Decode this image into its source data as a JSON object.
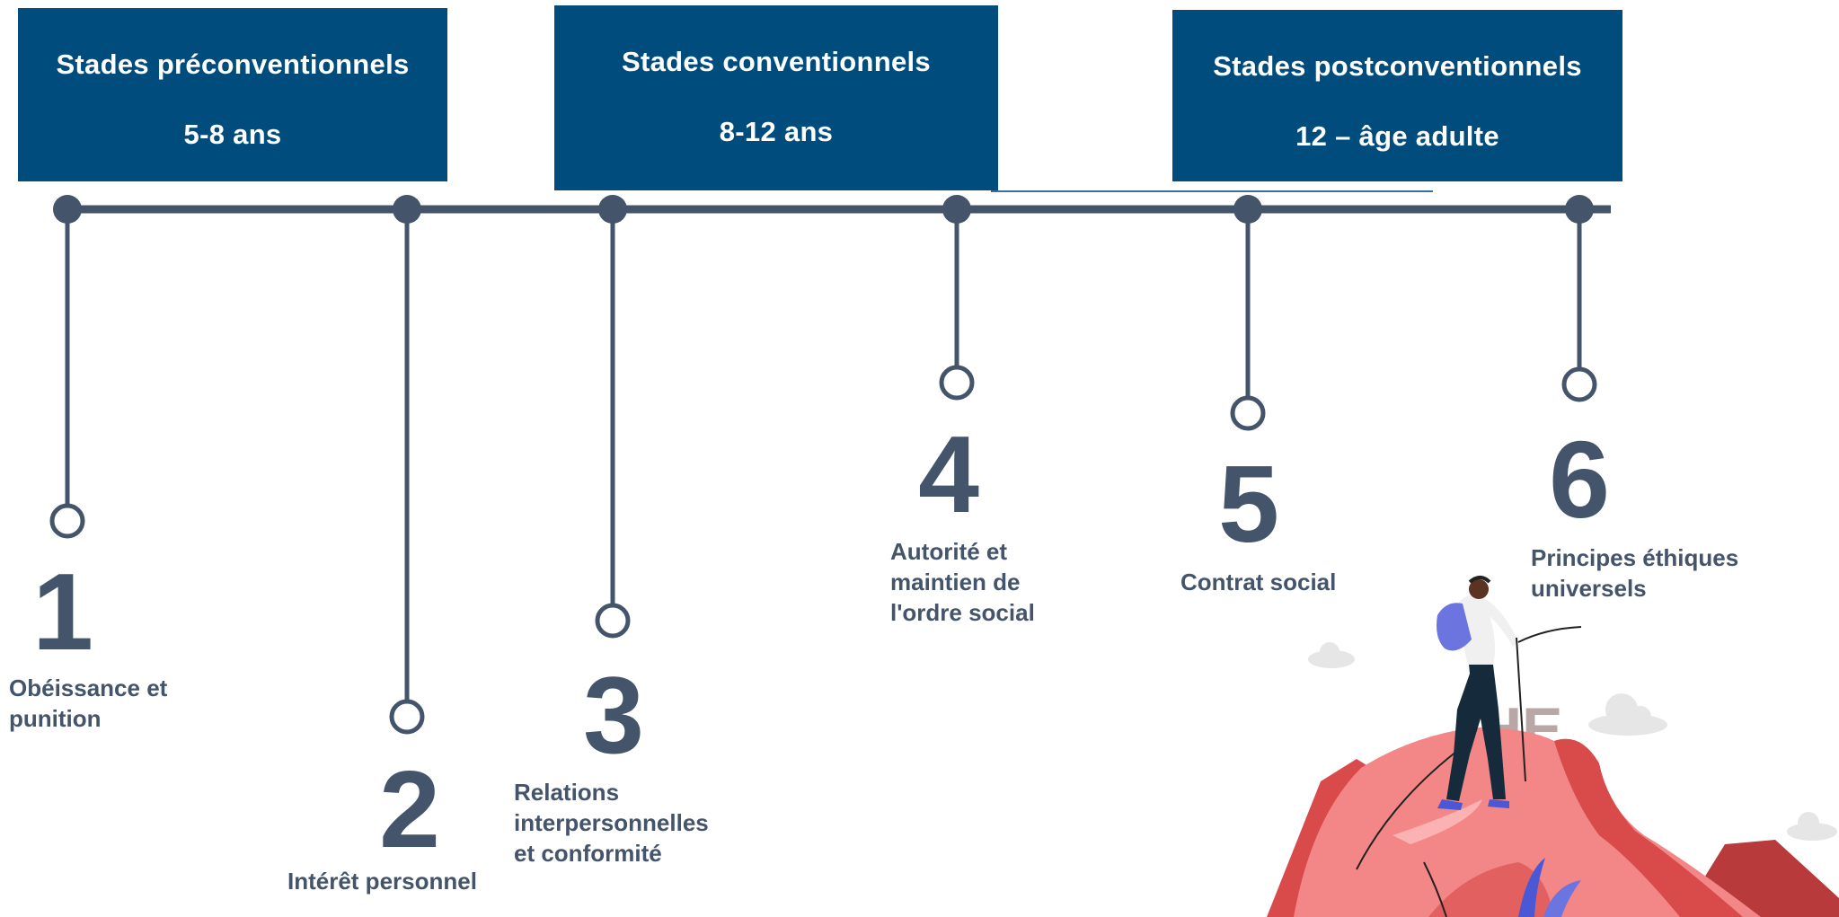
{
  "colors": {
    "header_bg": "#004d7d",
    "header_text": "#ffffff",
    "timeline": "#44546a",
    "mountain": "#f38686",
    "mountain_dark": "#d94a4a",
    "backpack": "#6c74e0",
    "cloud": "#e6e6e6"
  },
  "groups": [
    {
      "title": "Stades préconventionnels",
      "range": "5-8 ans"
    },
    {
      "title": "Stades conventionnels",
      "range": "8-12 ans"
    },
    {
      "title": "Stades postconventionnels",
      "range": "12 – âge adulte"
    }
  ],
  "stages": [
    {
      "number": "1",
      "label_lines": [
        "Obéissance et",
        "punition"
      ]
    },
    {
      "number": "2",
      "label_lines": [
        "Intérêt personnel"
      ]
    },
    {
      "number": "3",
      "label_lines": [
        "Relations",
        "interpersonnelles",
        "et conformité"
      ]
    },
    {
      "number": "4",
      "label_lines": [
        "Autorité et",
        "maintien de",
        "l'ordre social"
      ]
    },
    {
      "number": "5",
      "label_lines": [
        "Contrat social"
      ]
    },
    {
      "number": "6",
      "label_lines": [
        "Principes éthiques",
        "universels"
      ]
    }
  ],
  "illustration": {
    "icons": [
      "hiker-icon",
      "mountain-icon",
      "cloud-icon"
    ],
    "text_fragment": "HE"
  }
}
